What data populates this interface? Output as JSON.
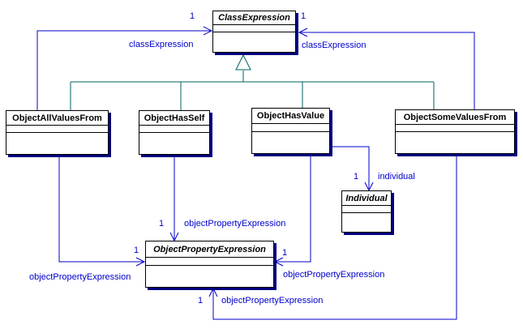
{
  "diagram": {
    "type": "uml-class-diagram",
    "classes": [
      {
        "name": "ClassExpression",
        "abstract": true,
        "attributes": [],
        "operations": []
      },
      {
        "name": "ObjectAllValuesFrom",
        "abstract": false,
        "attributes": [],
        "operations": []
      },
      {
        "name": "ObjectHasSelf",
        "abstract": false,
        "attributes": [],
        "operations": []
      },
      {
        "name": "ObjectHasValue",
        "abstract": false,
        "attributes": [],
        "operations": []
      },
      {
        "name": "ObjectSomeValuesFrom",
        "abstract": false,
        "attributes": [],
        "operations": []
      },
      {
        "name": "Individual",
        "abstract": true,
        "attributes": [],
        "operations": []
      },
      {
        "name": "ObjectPropertyExpression",
        "abstract": true,
        "attributes": [],
        "operations": []
      }
    ],
    "generalizations": [
      {
        "from": "ObjectAllValuesFrom",
        "to": "ClassExpression"
      },
      {
        "from": "ObjectHasSelf",
        "to": "ClassExpression"
      },
      {
        "from": "ObjectHasValue",
        "to": "ClassExpression"
      },
      {
        "from": "ObjectSomeValuesFrom",
        "to": "ClassExpression"
      }
    ],
    "associations": {
      "allValuesFrom_classExpression": {
        "from": "ObjectAllValuesFrom",
        "to": "ClassExpression",
        "role": "classExpression",
        "multiplicity": "1"
      },
      "someValuesFrom_classExpression": {
        "from": "ObjectSomeValuesFrom",
        "to": "ClassExpression",
        "role": "classExpression",
        "multiplicity": "1"
      },
      "hasSelf_objectPropertyExpression": {
        "from": "ObjectHasSelf",
        "to": "ObjectPropertyExpression",
        "role": "objectPropertyExpression",
        "multiplicity": "1"
      },
      "allValuesFrom_objectPropertyExpression": {
        "from": "ObjectAllValuesFrom",
        "to": "ObjectPropertyExpression",
        "role": "objectPropertyExpression",
        "multiplicity": "1"
      },
      "hasValue_objectPropertyExpression": {
        "from": "ObjectHasValue",
        "to": "ObjectPropertyExpression",
        "role": "objectPropertyExpression",
        "multiplicity": "1"
      },
      "someValuesFrom_objectPropertyExpression": {
        "from": "ObjectSomeValuesFrom",
        "to": "ObjectPropertyExpression",
        "role": "objectPropertyExpression",
        "multiplicity": "1"
      },
      "hasValue_individual": {
        "from": "ObjectHasValue",
        "to": "Individual",
        "role": "individual",
        "multiplicity": "1"
      }
    },
    "colors": {
      "association": "#0000cd",
      "generalization": "#006060",
      "box_shadow": "#000080",
      "box_border": "#000000",
      "label_text": "#0000cd",
      "background": "#ffffff"
    }
  }
}
